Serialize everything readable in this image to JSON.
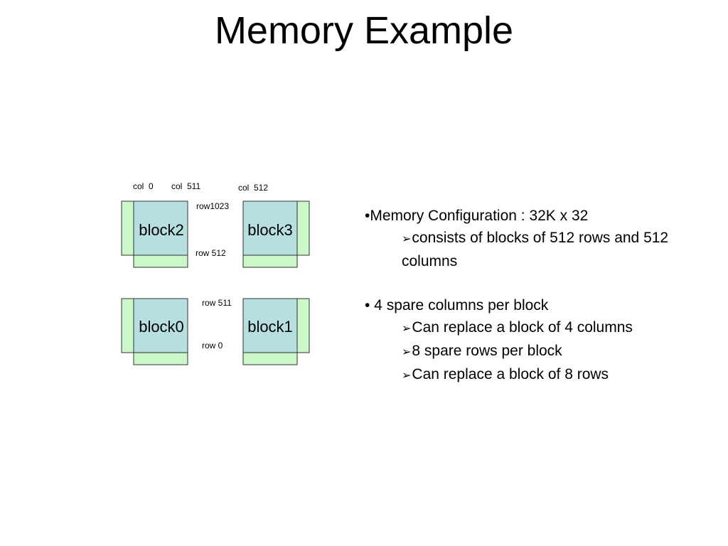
{
  "slide": {
    "title": "Memory Example"
  },
  "diagram": {
    "column_labels": {
      "col0": "col  0",
      "col511": "col  511",
      "col512": "col  512"
    },
    "row_labels": {
      "row1023": "row1023",
      "row512": "row 512",
      "row511": "row 511",
      "row0": "row 0"
    },
    "blocks": {
      "block2": "block2",
      "block3": "block3",
      "block0": "block0",
      "block1": "block1"
    },
    "colors": {
      "block_fill": "#b7dfe0",
      "spare_fill": "#ccf7c8",
      "stroke": "#333333"
    }
  },
  "bullets": {
    "item1": "•Memory Configuration : 32K x 32",
    "item1_sub1": "consists of blocks of 512 rows and 512 columns",
    "item2": "• 4 spare columns per block",
    "item2_sub1": "Can replace a block of 4 columns",
    "item2_sub2": "8 spare rows per block",
    "item2_sub3": "Can replace a block of 8 rows",
    "arrow_icon": "arrow-bullet-icon"
  }
}
